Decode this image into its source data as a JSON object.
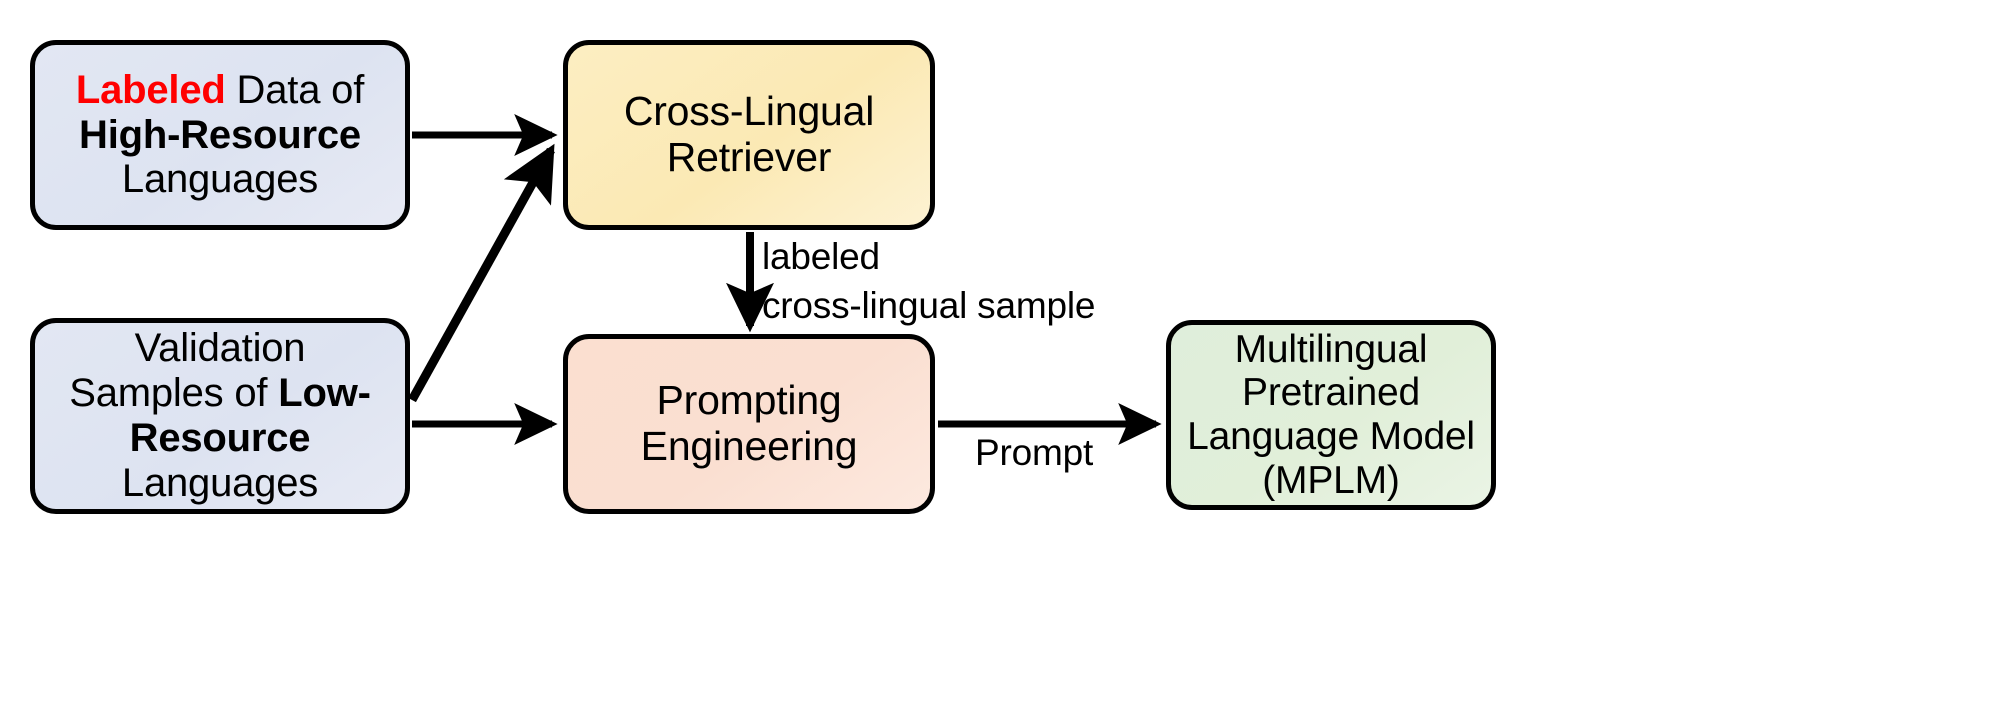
{
  "diagram": {
    "title": "Cross-lingual retrieval prompting pipeline",
    "background_color": "#ffffff",
    "stroke_color": "#000000",
    "accent_red": "#ff0000"
  },
  "nodes": {
    "high_resource": {
      "id": "labeled-data-high-resource",
      "fill": "#dde3f1",
      "lines": [
        {
          "parts": [
            {
              "text": "Labeled",
              "style": "red-bold"
            },
            {
              "text": " Data of",
              "style": "normal"
            }
          ]
        },
        {
          "parts": [
            {
              "text": "High-Resource",
              "style": "bold"
            }
          ]
        },
        {
          "parts": [
            {
              "text": "Languages",
              "style": "normal"
            }
          ]
        }
      ]
    },
    "low_resource": {
      "id": "validation-samples-low-resource",
      "fill": "#dde3f1",
      "lines": [
        {
          "parts": [
            {
              "text": "Validation",
              "style": "normal"
            }
          ]
        },
        {
          "parts": [
            {
              "text": "Samples of ",
              "style": "normal"
            },
            {
              "text": "Low-",
              "style": "bold"
            }
          ]
        },
        {
          "parts": [
            {
              "text": "Resource",
              "style": "bold"
            }
          ]
        },
        {
          "parts": [
            {
              "text": "Languages",
              "style": "normal"
            }
          ]
        }
      ]
    },
    "retriever": {
      "id": "cross-lingual-retriever",
      "fill": "#fbe9b4",
      "lines": [
        {
          "parts": [
            {
              "text": "Cross-Lingual",
              "style": "normal"
            }
          ]
        },
        {
          "parts": [
            {
              "text": "Retriever",
              "style": "normal"
            }
          ]
        }
      ]
    },
    "prompting": {
      "id": "prompting-engineering",
      "fill": "#fadfd1",
      "lines": [
        {
          "parts": [
            {
              "text": "Prompting",
              "style": "normal"
            }
          ]
        },
        {
          "parts": [
            {
              "text": "Engineering",
              "style": "normal"
            }
          ]
        }
      ]
    },
    "mplm": {
      "id": "multilingual-pretrained-language-model",
      "fill": "#e1efd9",
      "lines": [
        {
          "parts": [
            {
              "text": "Multilingual",
              "style": "normal"
            }
          ]
        },
        {
          "parts": [
            {
              "text": "Pretrained",
              "style": "normal"
            }
          ]
        },
        {
          "parts": [
            {
              "text": "Language Model",
              "style": "normal"
            }
          ]
        },
        {
          "parts": [
            {
              "text": "(MPLM)",
              "style": "normal"
            }
          ]
        }
      ]
    }
  },
  "edges": {
    "high_to_retriever": {
      "from": "high_resource",
      "to": "retriever",
      "label": ""
    },
    "low_to_retriever": {
      "from": "low_resource",
      "to": "retriever",
      "label": ""
    },
    "retriever_to_prompting": {
      "from": "retriever",
      "to": "prompting",
      "label_line1": "labeled",
      "label_line2": "cross-lingual sample"
    },
    "low_to_prompting": {
      "from": "low_resource",
      "to": "prompting",
      "label": ""
    },
    "prompting_to_mplm": {
      "from": "prompting",
      "to": "mplm",
      "label": "Prompt"
    }
  }
}
